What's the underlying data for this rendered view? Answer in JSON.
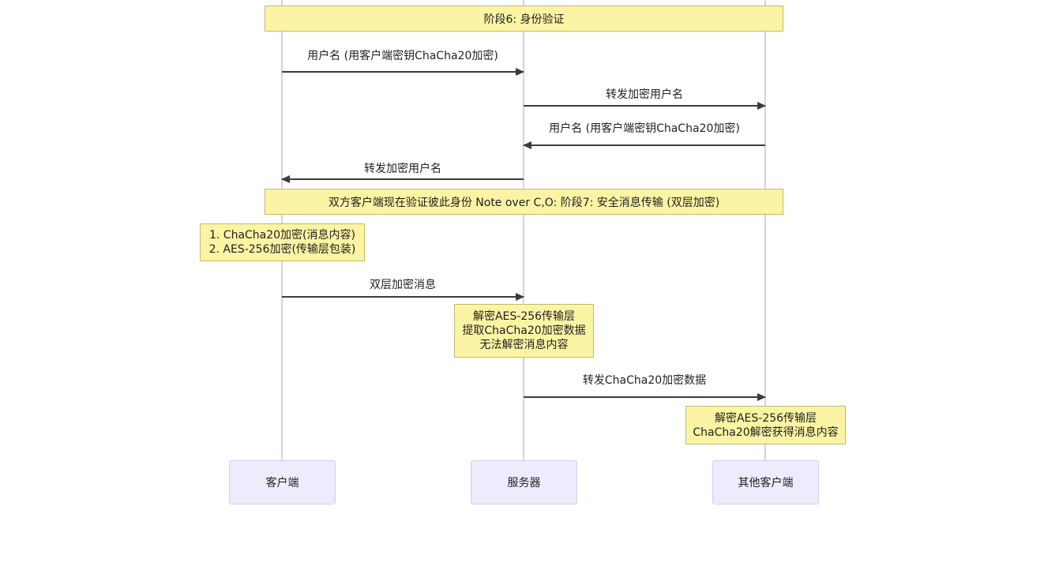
{
  "diagram": {
    "type": "sequence-diagram",
    "background_color": "#ffffff",
    "colors": {
      "note_fill": "#fbf4a4",
      "note_border": "#bdbc6e",
      "actor_fill": "#ececfc",
      "actor_border": "#cfcff2",
      "lifeline": "#d2d2ee",
      "arrow": "#3c3c3c",
      "text": "#1f1f1f"
    },
    "actors": [
      {
        "label": "客户端"
      },
      {
        "label": "服务器"
      },
      {
        "label": "其他客户端"
      }
    ],
    "banners": [
      {
        "text": "阶段6: 身份验证"
      },
      {
        "text": "双方客户端现在验证彼此身份 Note over C,O: 阶段7: 安全消息传输 (双层加密)"
      }
    ],
    "messages": [
      {
        "label": "用户名 (用客户端密钥ChaCha20加密)",
        "from": "客户端",
        "to": "服务器",
        "direction": "right"
      },
      {
        "label": "转发加密用户名",
        "from": "服务器",
        "to": "其他客户端",
        "direction": "right"
      },
      {
        "label": "用户名 (用客户端密钥ChaCha20加密)",
        "from": "其他客户端",
        "to": "服务器",
        "direction": "left"
      },
      {
        "label": "转发加密用户名",
        "from": "服务器",
        "to": "客户端",
        "direction": "left"
      },
      {
        "label": "双层加密消息",
        "from": "客户端",
        "to": "服务器",
        "direction": "right"
      },
      {
        "label": "转发ChaCha20加密数据",
        "from": "服务器",
        "to": "其他客户端",
        "direction": "right"
      }
    ],
    "notes": [
      {
        "position": "left-of-client",
        "lines": [
          "1. ChaCha20加密(消息内容)",
          "2. AES-256加密(传输层包装)"
        ]
      },
      {
        "position": "over-server",
        "lines": [
          "解密AES-256传输层",
          "提取ChaCha20加密数据",
          "无法解密消息内容"
        ]
      },
      {
        "position": "over-other-client",
        "lines": [
          "解密AES-256传输层",
          "ChaCha20解密获得消息内容"
        ]
      }
    ]
  }
}
